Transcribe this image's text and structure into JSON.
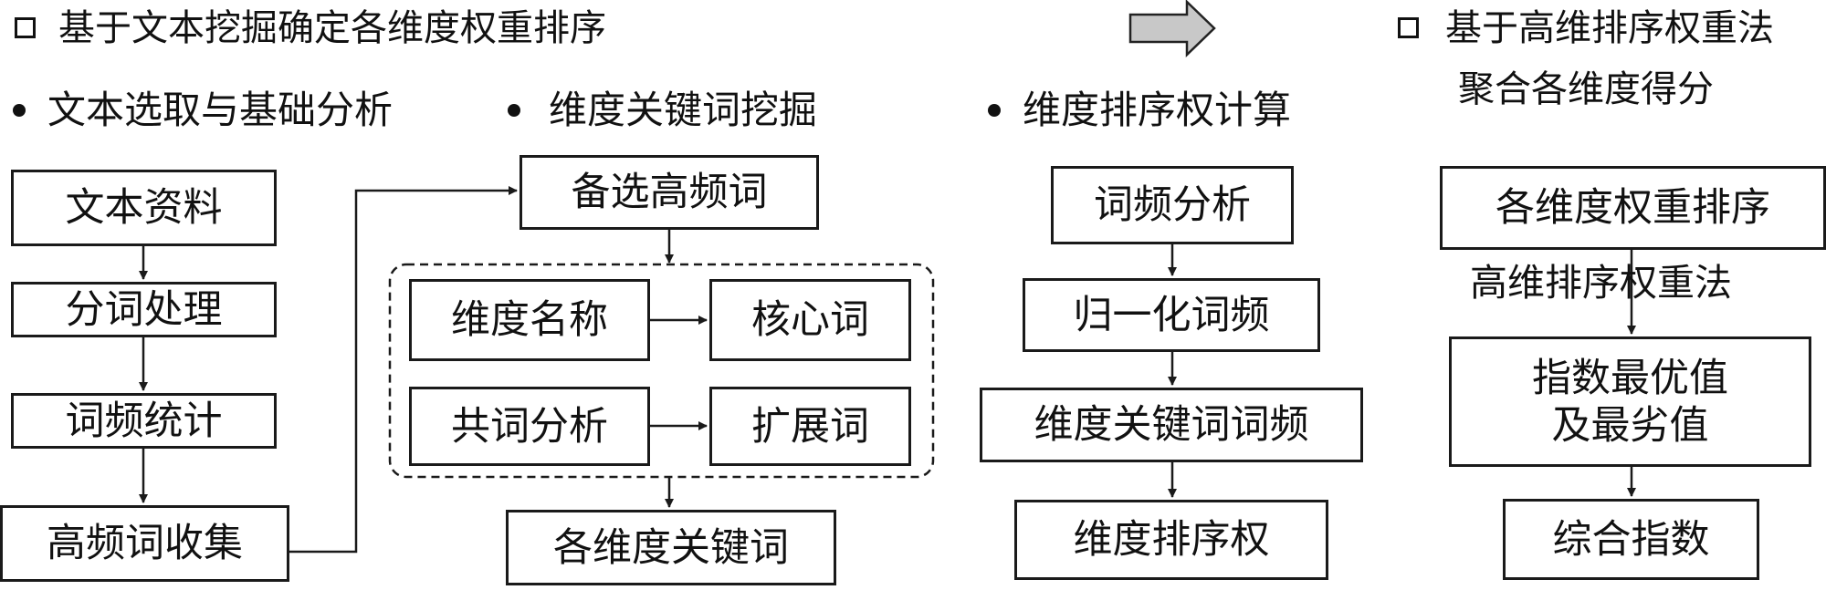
{
  "header_left": {
    "title": "基于文本挖掘确定各维度权重排序"
  },
  "header_right": {
    "title_line1": "基于高维排序权重法",
    "title_line2": "聚合各维度得分"
  },
  "stage1": {
    "title": "文本选取与基础分析",
    "steps": [
      "文本资料",
      "分词处理",
      "词频统计",
      "高频词收集"
    ]
  },
  "stage2": {
    "title": "维度关键词挖掘",
    "candidate": "备选高频词",
    "dimension_name": "维度名称",
    "core_words": "核心词",
    "cooccurrence": "共词分析",
    "extended_words": "扩展词",
    "result": "各维度关键词"
  },
  "stage3": {
    "title": "维度排序权计算",
    "steps": [
      "词频分析",
      "归一化词频",
      "维度关键词词频",
      "维度排序权"
    ]
  },
  "stage4": {
    "ranking": "各维度权重排序",
    "method_label": "高维排序权重法",
    "extremes": "指数最优值\n及最劣值",
    "composite": "综合指数"
  },
  "colors": {
    "line": "#1a1a1a",
    "big_arrow_fill": "#c8c8c8"
  }
}
